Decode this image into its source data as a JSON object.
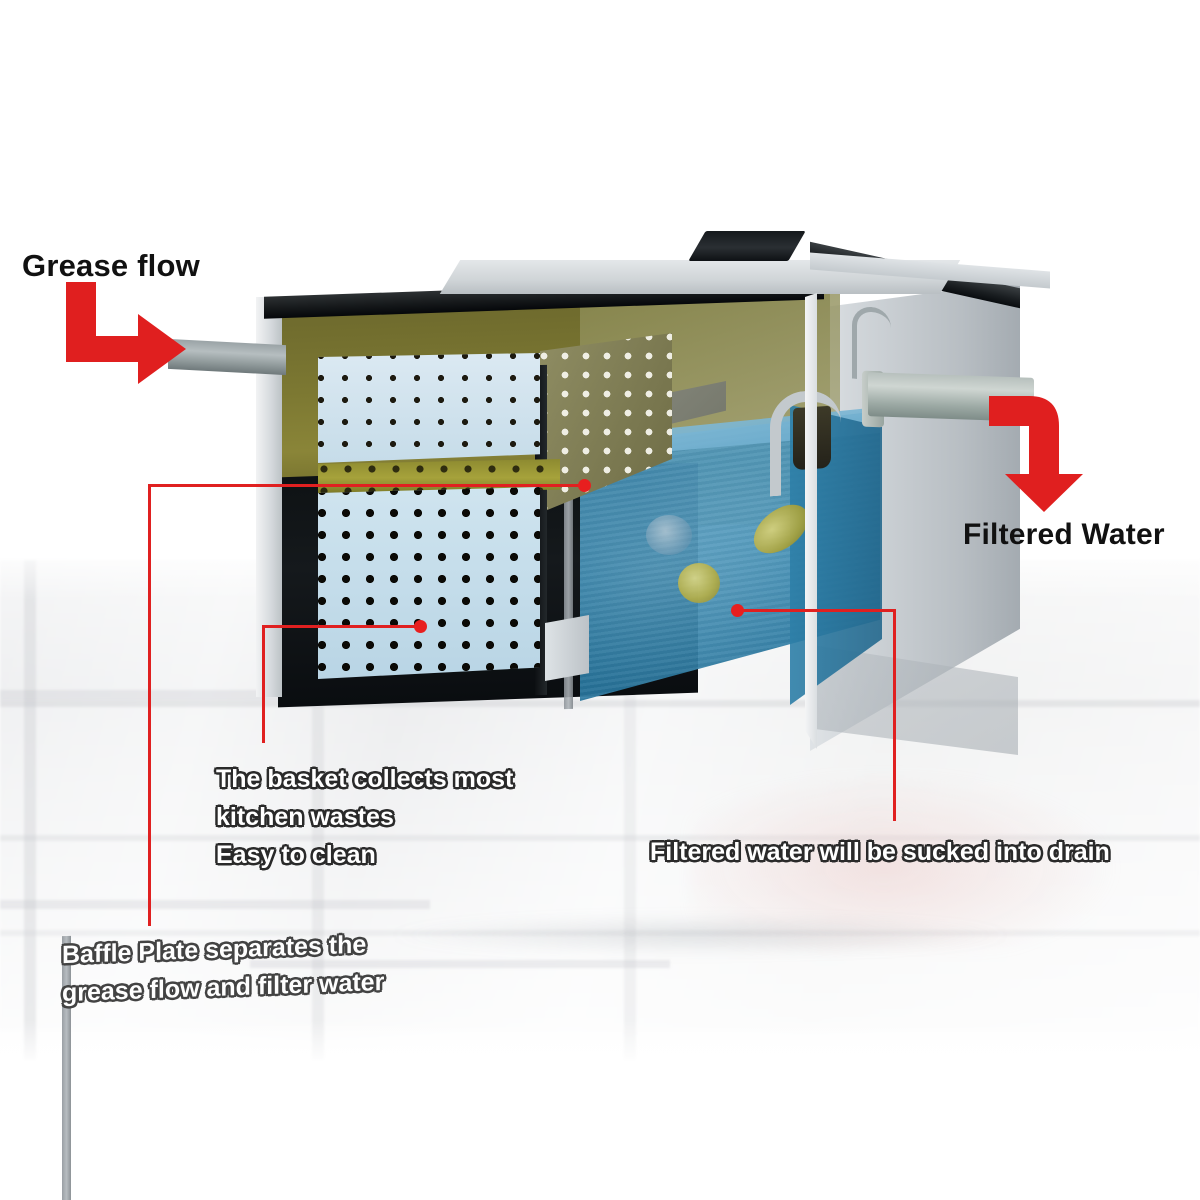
{
  "diagram": {
    "title": "Grease trap cutaway diagram",
    "accent_color": "#e02020",
    "water_color": "#2f84ae",
    "basket_color": "#cfe3ee",
    "interior_color": "#8a8538"
  },
  "flow_labels": {
    "inlet": "Grease flow",
    "outlet": "Filtered Water"
  },
  "callouts": [
    {
      "id": "baffle",
      "lines": [
        "Baffle Plate separates the",
        "grease flow and filter water"
      ]
    },
    {
      "id": "basket",
      "lines": [
        "The basket collects most",
        "kitchen wastes",
        "Easy to clean"
      ]
    },
    {
      "id": "drain",
      "lines": [
        "Filtered water will be sucked into drain"
      ]
    }
  ],
  "parts": {
    "lid_handle": "lid-handle",
    "inlet_pipe": "inlet-pipe",
    "outlet_pipe": "outlet-pipe",
    "perforated_basket": "perforated-basket",
    "baffle_plate": "baffle-plate",
    "standpipe": "drain-standpipe",
    "water": "water-body"
  }
}
